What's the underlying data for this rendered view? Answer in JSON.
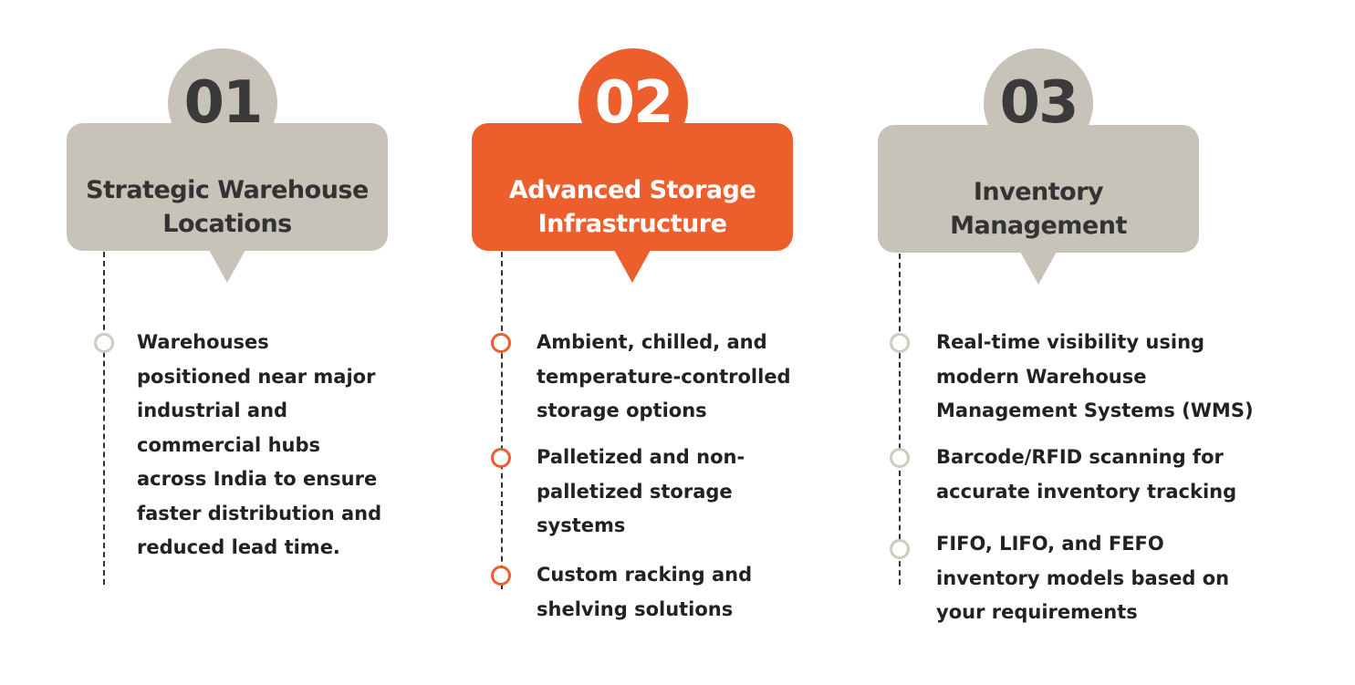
{
  "colors": {
    "neutral": "#c8c3b8",
    "accent": "#ec5f2d",
    "dark_text": "#333333",
    "light_text": "#ffffff",
    "dashed_line": "#333333",
    "neutral_bullet": "#cfcac0"
  },
  "columns": [
    {
      "number": "01",
      "title_line1": "Strategic Warehouse",
      "title_line2": "Locations",
      "items": [
        {
          "text": "Warehouses positioned near major industrial and commercial hubs across India to ensure faster distribution and reduced lead time."
        }
      ]
    },
    {
      "number": "02",
      "title_line1": "Advanced Storage",
      "title_line2": "Infrastructure",
      "items": [
        {
          "text": "Ambient, chilled, and temperature-controlled storage options"
        },
        {
          "text": "Palletized and non-palletized storage systems"
        },
        {
          "text": "Custom racking and shelving solutions"
        }
      ]
    },
    {
      "number": "03",
      "title_line1": "Inventory",
      "title_line2": "Management",
      "items": [
        {
          "text": "Real-time visibility using modern Warehouse Management Systems (WMS)"
        },
        {
          "text": "Barcode/RFID scanning for accurate inventory tracking"
        },
        {
          "text": "FIFO, LIFO, and FEFO inventory models based on your requirements"
        }
      ]
    }
  ]
}
